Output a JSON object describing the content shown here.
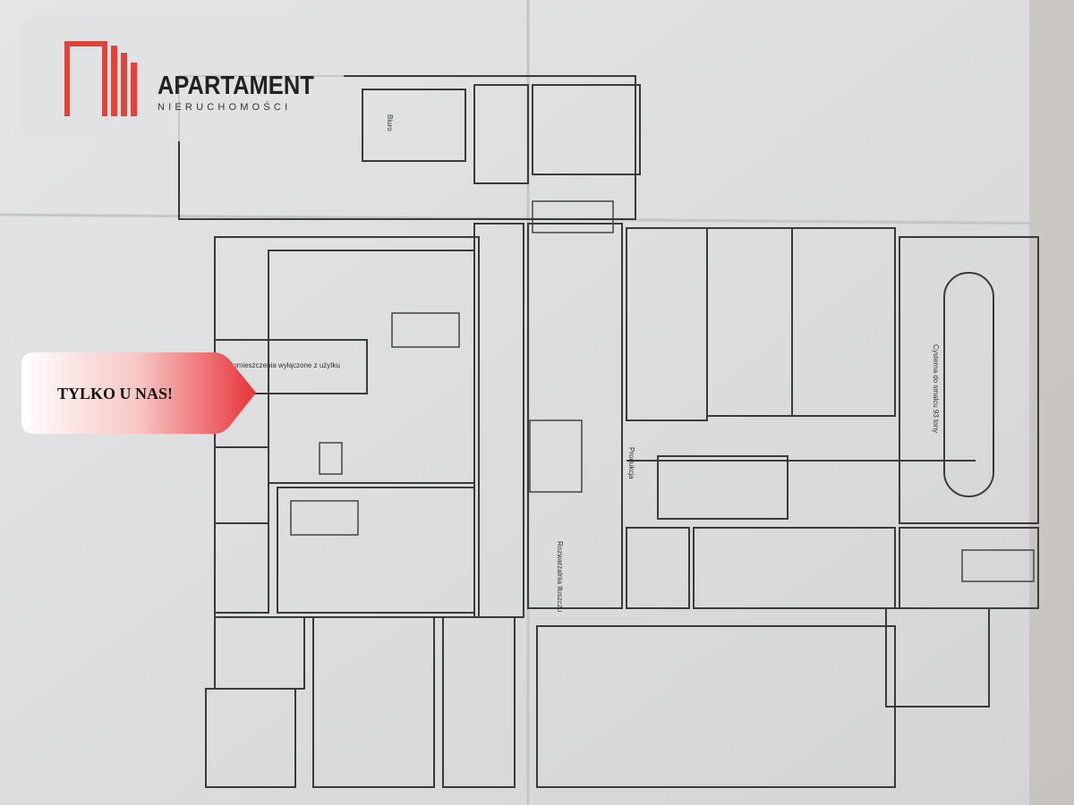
{
  "logo": {
    "name": "APARTAMENT",
    "subtitle": "NIERUCHOMOŚCI",
    "accent": "#e0433a"
  },
  "badge": {
    "label": "TYLKO U NAS!",
    "color_start": "#ffffff",
    "color_end": "#e8333a"
  },
  "plan": {
    "room_labels": [
      "Biuro",
      "Produkcja",
      "Cysterna do smalcu 93 tony",
      "Rozwarzalnia tłuszczu",
      "Pomieszczenia wyłączone z użytku"
    ]
  }
}
